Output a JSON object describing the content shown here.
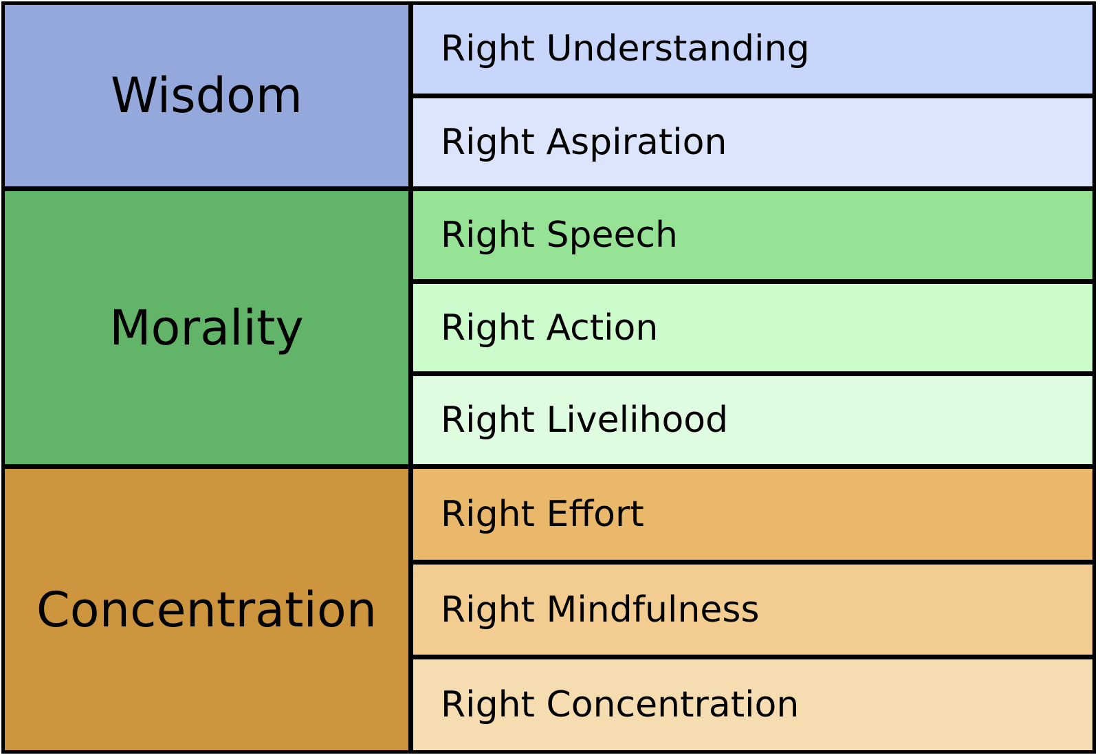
{
  "groups": [
    {
      "category": "Wisdom",
      "color": "#94a8dc",
      "items": [
        {
          "label": "Right Understanding",
          "color": "#c8d6fc"
        },
        {
          "label": "Right Aspiration",
          "color": "#dde5fc"
        }
      ]
    },
    {
      "category": "Morality",
      "color": "#62b469",
      "items": [
        {
          "label": "Right Speech",
          "color": "#97e396"
        },
        {
          "label": "Right Action",
          "color": "#ccfccc"
        },
        {
          "label": "Right Livelihood",
          "color": "#e0fce0"
        }
      ]
    },
    {
      "category": "Concentration",
      "color": "#cd963e",
      "items": [
        {
          "label": "Right Effort",
          "color": "#eab86b"
        },
        {
          "label": "Right Mindfulness",
          "color": "#f2cc90"
        },
        {
          "label": "Right Concentration",
          "color": "#f6dcb1"
        }
      ]
    }
  ]
}
